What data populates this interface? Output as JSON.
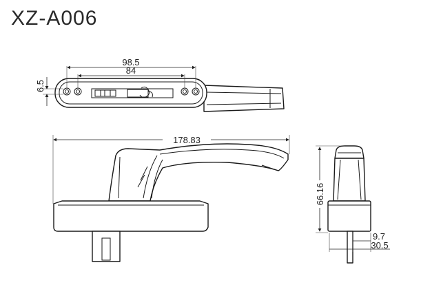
{
  "title": "XZ-A006",
  "dimensions": {
    "top_outer_spacing": "98.5",
    "top_inner_spacing": "84",
    "top_height": "6.5",
    "overall_length": "178.83",
    "overall_height": "66.16",
    "side_small": "9.7",
    "side_width": "30.5"
  }
}
